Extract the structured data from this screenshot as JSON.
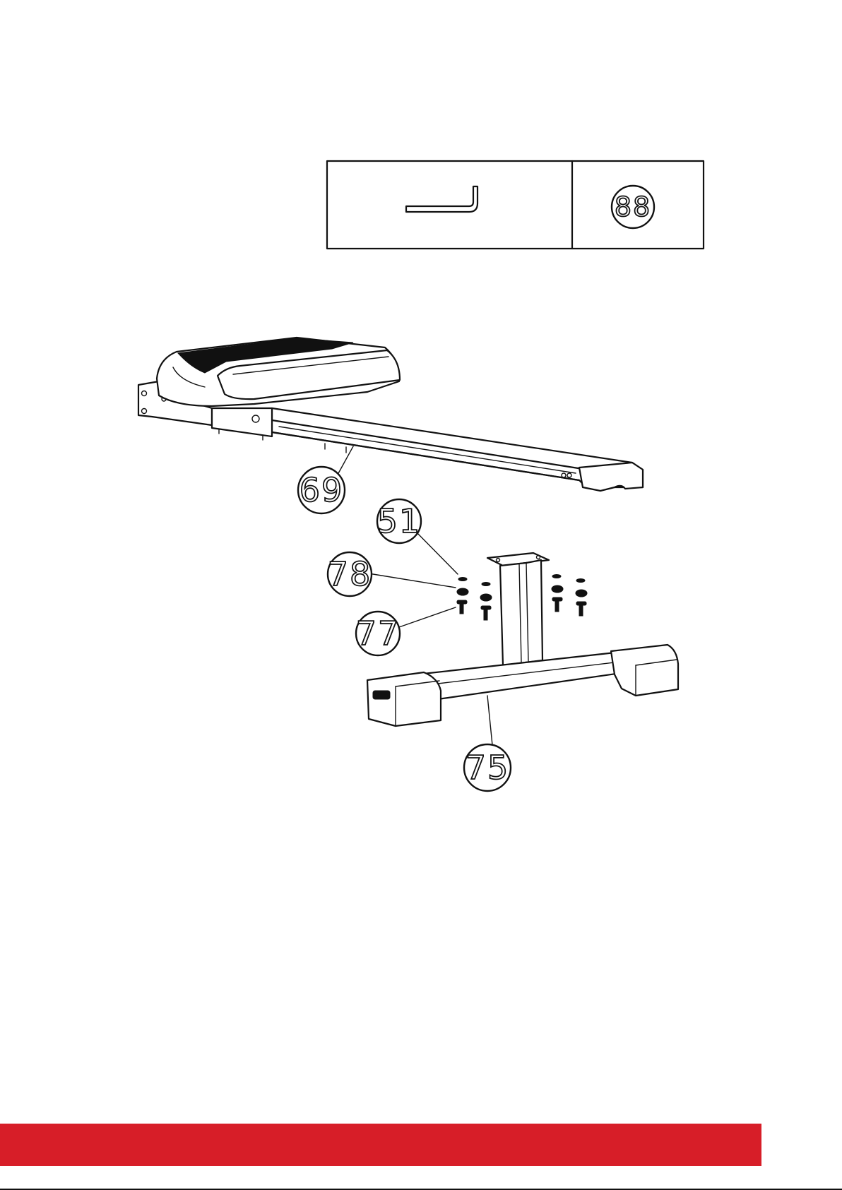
{
  "tool_box": {
    "tool_icon": "hex-key-icon",
    "part_number": "88"
  },
  "callouts": [
    {
      "id": "frame",
      "label": "69"
    },
    {
      "id": "nut",
      "label": "51"
    },
    {
      "id": "washer",
      "label": "78"
    },
    {
      "id": "bolt",
      "label": "77"
    },
    {
      "id": "base",
      "label": "75"
    }
  ],
  "footer": {
    "bar_color": "#d71e28",
    "corner_mark": ""
  }
}
